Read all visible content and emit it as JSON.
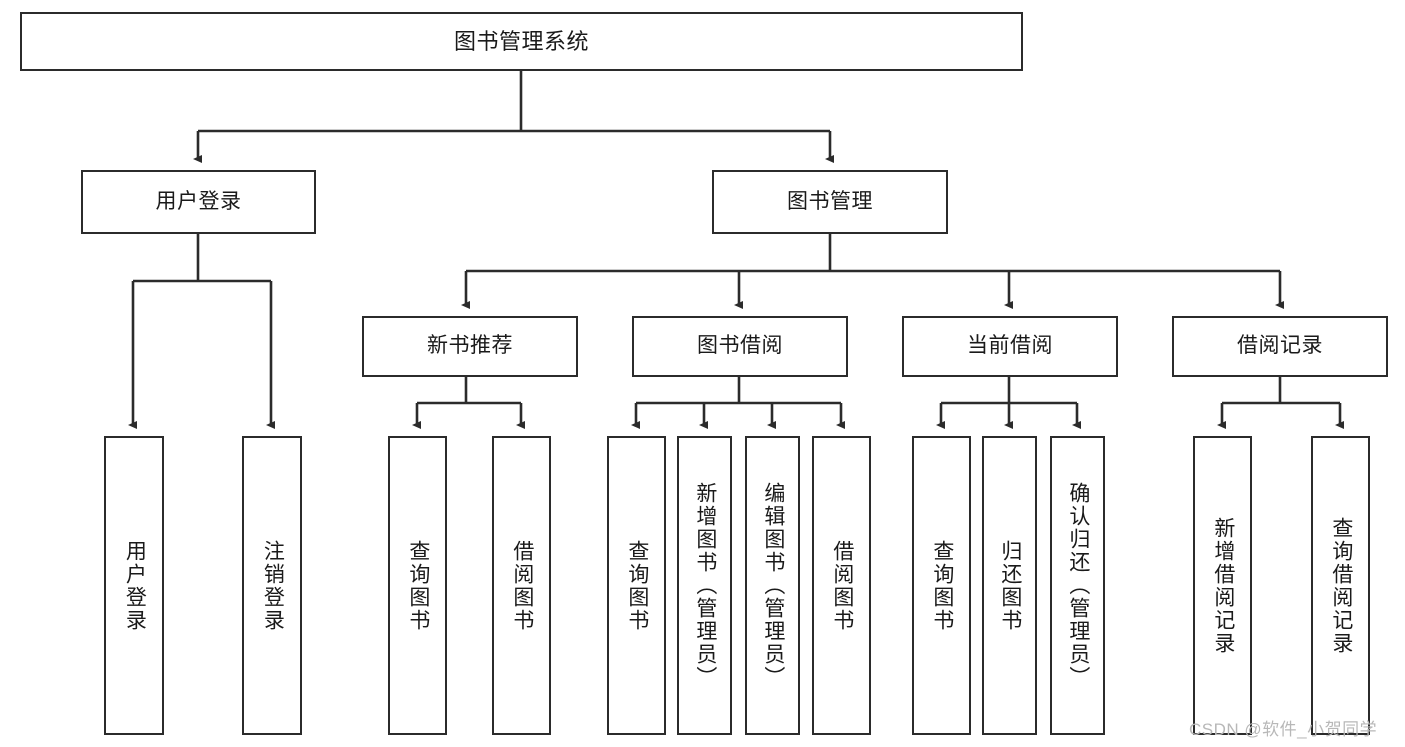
{
  "diagram": {
    "title": "图书管理系统",
    "type": "tree-structure-chart",
    "stroke_color": "#2b2b2b",
    "background_color": "#ffffff",
    "watermark": "CSDN @软件_小贺同学",
    "levels": {
      "root": {
        "label": "图书管理系统"
      },
      "level2": [
        {
          "label": "用户登录"
        },
        {
          "label": "图书管理"
        }
      ],
      "level3": [
        {
          "label": "新书推荐"
        },
        {
          "label": "图书借阅"
        },
        {
          "label": "当前借阅"
        },
        {
          "label": "借阅记录"
        }
      ],
      "leaves": [
        {
          "label": "用户登录",
          "parent": "用户登录"
        },
        {
          "label": "注销登录",
          "parent": "用户登录"
        },
        {
          "label": "查询图书",
          "parent": "新书推荐"
        },
        {
          "label": "借阅图书",
          "parent": "新书推荐"
        },
        {
          "label": "查询图书",
          "parent": "图书借阅"
        },
        {
          "label": "新增图书（管理员）",
          "parent": "图书借阅"
        },
        {
          "label": "编辑图书（管理员）",
          "parent": "图书借阅"
        },
        {
          "label": "借阅图书",
          "parent": "图书借阅"
        },
        {
          "label": "查询图书",
          "parent": "当前借阅"
        },
        {
          "label": "归还图书",
          "parent": "当前借阅"
        },
        {
          "label": "确认归还（管理员）",
          "parent": "当前借阅"
        },
        {
          "label": "新增借阅记录",
          "parent": "借阅记录"
        },
        {
          "label": "查询借阅记录",
          "parent": "借阅记录"
        }
      ]
    }
  }
}
